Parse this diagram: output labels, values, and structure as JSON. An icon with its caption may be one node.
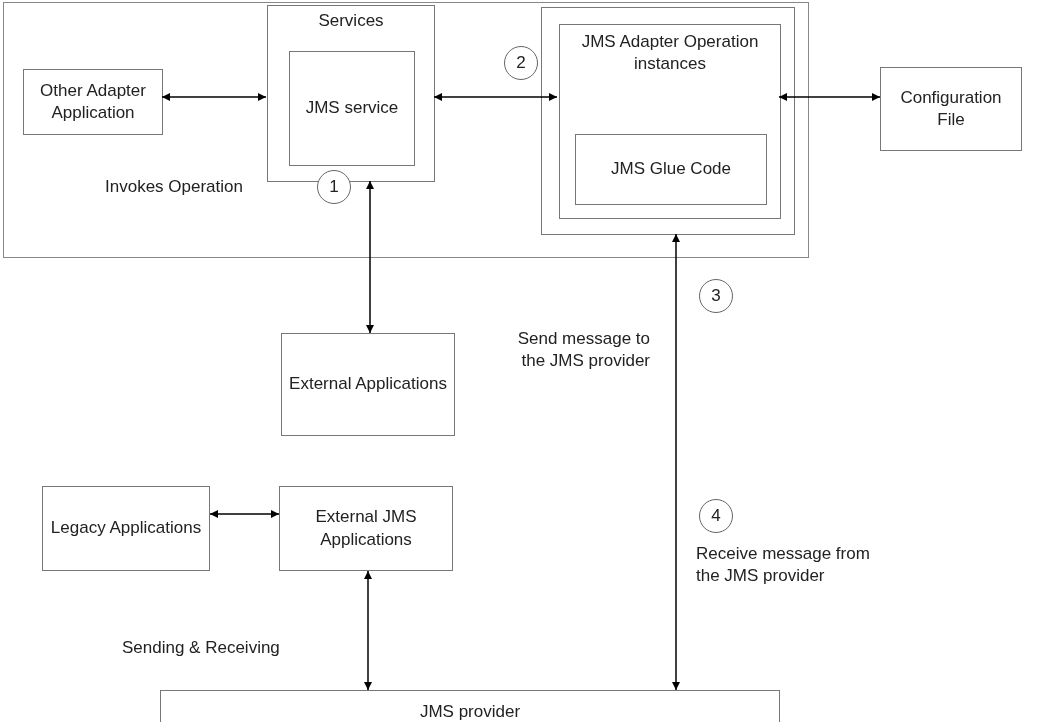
{
  "diagram": {
    "nodes": [
      {
        "text": [],
        "shape": "box"
      },
      {
        "text": [
          "Other Adapter Application"
        ],
        "in": 0
      },
      {
        "text": [
          "Services"
        ],
        "in": 0
      },
      {
        "text": [
          "JMS service"
        ],
        "in": 2
      },
      {
        "text": [
          "2"
        ],
        "in": 0
      },
      {
        "text": [],
        "shape": "box",
        "in": 0
      },
      {
        "text": [
          "JMS Adapter Operation instances"
        ],
        "in": 5
      },
      {
        "text": [
          "JMS Glue Code"
        ],
        "in": 6
      },
      {
        "text": [
          "Configuration File"
        ]
      },
      {
        "text": [
          "1"
        ],
        "in": 0
      },
      {
        "text": [
          "External Applications"
        ]
      },
      {
        "text": [
          "3"
        ]
      },
      {
        "text": [
          "Legacy Applications"
        ]
      },
      {
        "text": [
          "External JMS Applications"
        ]
      },
      {
        "text": [
          "4"
        ]
      },
      {
        "text": [
          "JMS provider"
        ]
      }
    ],
    "edges": [
      {
        "from": 1,
        "to": 2,
        "arrow": "both"
      },
      {
        "from": 2,
        "to": 6,
        "arrow": "both"
      },
      {
        "from": 6,
        "to": 8,
        "arrow": "both"
      },
      {
        "from": 2,
        "to": 10,
        "arrow": "both"
      },
      {
        "from": 5,
        "to": 15,
        "arrow": "both"
      },
      {
        "from": 12,
        "to": 13,
        "arrow": "both"
      },
      {
        "from": 13,
        "to": 15,
        "arrow": "both"
      }
    ],
    "labels": [
      "Invokes Operation",
      "Send message to the JMS provider",
      "Receive message from the JMS provider",
      "Sending & Receiving"
    ]
  }
}
